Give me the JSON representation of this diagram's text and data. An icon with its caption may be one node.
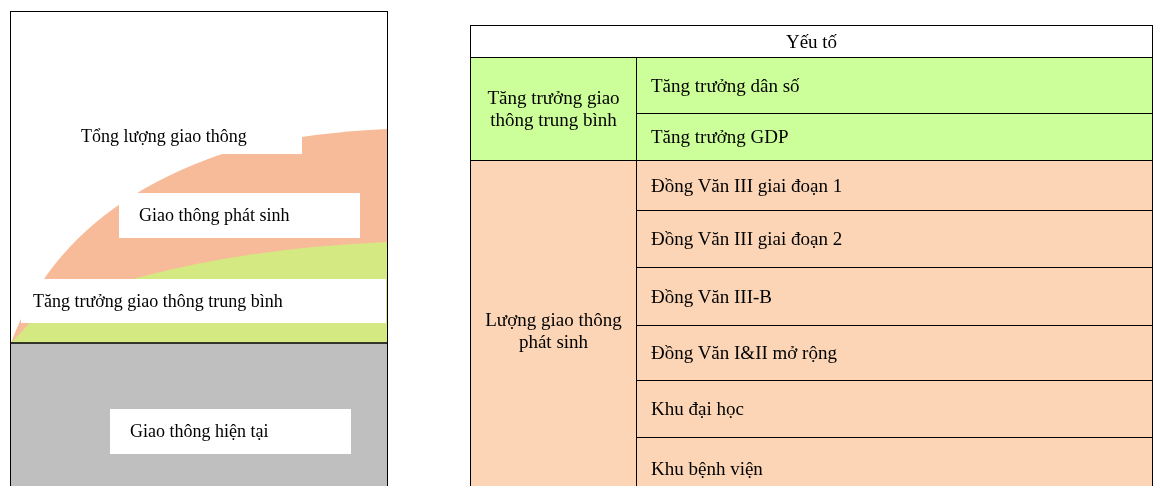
{
  "diagram": {
    "nodes": [
      {
        "text": [
          "Tổng lượng giao thông"
        ]
      },
      {
        "text": [
          "Giao thông phát sinh"
        ]
      },
      {
        "text": [
          "Tăng trưởng giao thông trung bình"
        ]
      },
      {
        "text": [
          "Giao thông hiện tại"
        ]
      }
    ],
    "labels": [
      "Yếu tố",
      "Tăng trưởng giao thông trung bình",
      "Tăng trưởng dân số",
      "Tăng trưởng GDP",
      "Lượng giao thông phát sinh",
      "Đồng Văn III giai đoạn 1",
      "Đồng Văn III giai đoạn 2",
      "Đồng Văn III-B",
      "Đồng Văn I&II mở rộng",
      "Khu đại học",
      "Khu bệnh viện"
    ]
  }
}
